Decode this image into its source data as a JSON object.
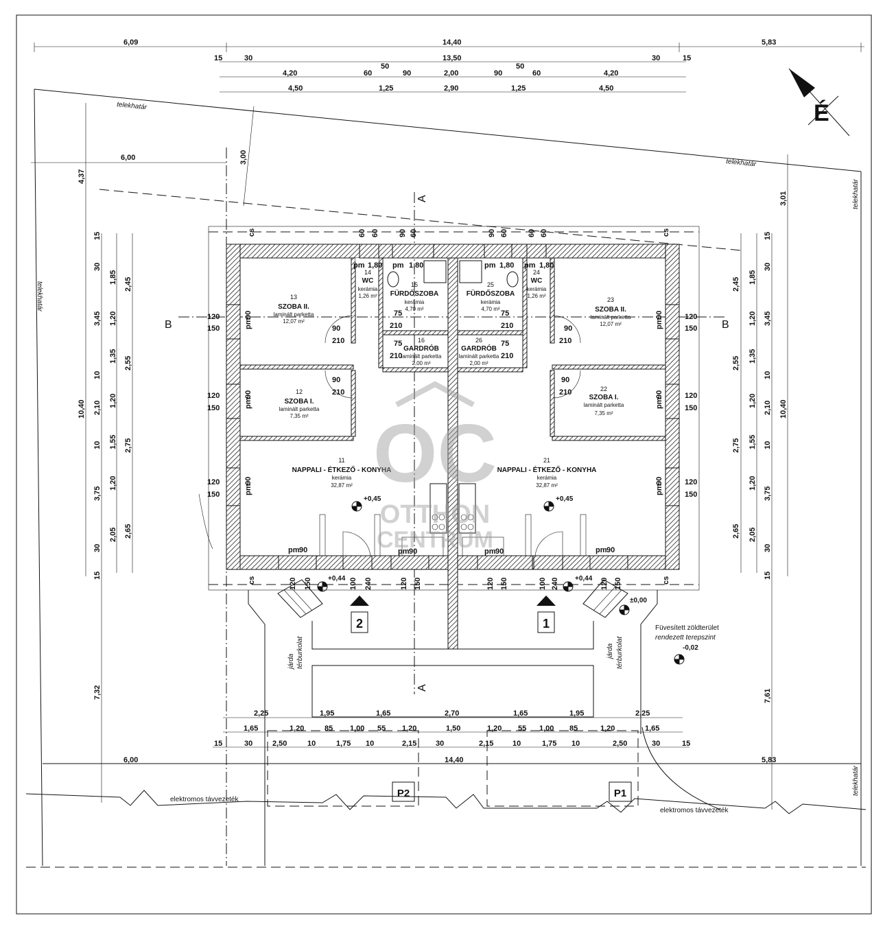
{
  "drawing": {
    "north_label": "É",
    "section_a": "A",
    "section_b": "B",
    "plot_boundary_label": "telekhatár",
    "power_line_label": "elektromos távvezeték",
    "green_area_label": "Füvesített zöldterület",
    "terrain_label": "rendezett terepszint",
    "terrain_level": "-0,02",
    "ground_level": "±0,00",
    "floor_level": "+0,45",
    "entrance_level": "+0,44",
    "sidewalk_label": "járda",
    "paving_label": "térburkolat",
    "entrance_1": "1",
    "entrance_2": "2",
    "parking_1": "P1",
    "parking_2": "P2",
    "chimney_label": "cs",
    "sill_label": "pm",
    "watermark_top": "OC",
    "watermark_mid": "OTTHON",
    "watermark_bot": "CENTRUM"
  },
  "rooms": [
    {
      "no": "13",
      "name": "SZOBA II.",
      "floor": "laminált parketta",
      "area": "12,07 m²"
    },
    {
      "no": "12",
      "name": "SZOBA I.",
      "floor": "laminált parketta",
      "area": "7,35 m²"
    },
    {
      "no": "11",
      "name": "NAPPALI - ÉTKEZŐ - KONYHA",
      "floor": "kerámia",
      "area": "32,87 m²"
    },
    {
      "no": "14",
      "name": "WC",
      "floor": "kerámia",
      "area": "1,26 m²"
    },
    {
      "no": "15",
      "name": "FÜRDŐSZOBA",
      "floor": "kerámia",
      "area": "4,70 m²"
    },
    {
      "no": "16",
      "name": "GARDRÓB",
      "floor": "laminált parketta",
      "area": "2,00 m²"
    },
    {
      "no": "25",
      "name": "FÜRDŐSZOBA",
      "floor": "kerámia",
      "area": "4,70 m²"
    },
    {
      "no": "26",
      "name": "GARDRÓB",
      "floor": "laminált parketta",
      "area": "2,00 m²"
    },
    {
      "no": "24",
      "name": "WC",
      "floor": "kerámia",
      "area": "1,26 m²"
    },
    {
      "no": "23",
      "name": "SZOBA II.",
      "floor": "laminált parketta",
      "area": "12,07 m²"
    },
    {
      "no": "22",
      "name": "SZOBA I.",
      "floor": "laminált parketta",
      "area": "7,35 m²"
    },
    {
      "no": "21",
      "name": "NAPPALI - ÉTKEZŐ - KONYHA",
      "floor": "kerámia",
      "area": "32,87 m²"
    }
  ],
  "dims": {
    "top1": [
      "6,09",
      "14,40",
      "5,83"
    ],
    "top2": [
      "15",
      "30",
      "13,50",
      "30",
      "15"
    ],
    "top3": [
      "4,20",
      "60",
      "50",
      "90",
      "2,00",
      "90",
      "50",
      "60",
      "4,20"
    ],
    "top4": [
      "4,50",
      "1,25",
      "2,90",
      "1,25",
      "4,50"
    ],
    "setback_front": "6,00",
    "setback_side": "3,00",
    "left_outer": [
      "4,37",
      "10,40",
      "7,32"
    ],
    "left_mid": [
      "15",
      "30",
      "3,45",
      "10",
      "2,10",
      "10",
      "3,75",
      "30",
      "15"
    ],
    "left_inner": [
      "1,85",
      "1,20",
      "1,35",
      "1,20",
      "1,55",
      "1,20",
      "2,05"
    ],
    "left_innermost": [
      "2,45",
      "2,55",
      "2,75",
      "2,65"
    ],
    "right_outer": [
      "3,01",
      "10,40",
      "7,61"
    ],
    "right_mid": [
      "15",
      "30",
      "3,45",
      "10",
      "2,10",
      "10",
      "3,75",
      "30",
      "15"
    ],
    "right_inner": [
      "1,85",
      "1,20",
      "1,35",
      "1,20",
      "1,55",
      "1,20",
      "2,05"
    ],
    "right_innermost": [
      "2,45",
      "2,55",
      "2,75",
      "2,65"
    ],
    "bot1": [
      "2,25",
      "1,95",
      "1,65",
      "2,70",
      "1,65",
      "1,95",
      "2,25"
    ],
    "bot2": [
      "1,65",
      "1,20",
      "85",
      "1,00",
      "55",
      "1,20",
      "1,50",
      "1,20",
      "55",
      "1,00",
      "85",
      "1,20",
      "1,65"
    ],
    "bot3": [
      "15",
      "30",
      "2,50",
      "10",
      "1,75",
      "10",
      "2,15",
      "30",
      "2,15",
      "10",
      "1,75",
      "10",
      "2,50",
      "30",
      "15"
    ],
    "bot4": [
      "6,00",
      "14,40",
      "5,83"
    ],
    "win_w": [
      "120",
      "90",
      "60",
      "1,80",
      "210",
      "75",
      "150",
      "100",
      "240"
    ]
  }
}
